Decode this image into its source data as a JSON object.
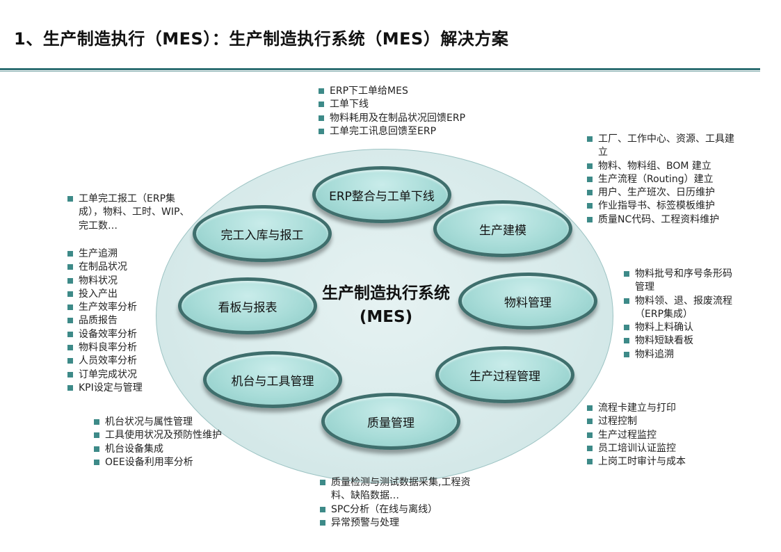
{
  "title": "1、生产制造执行（MES）：生产制造执行系统（MES）解决方案",
  "center": {
    "line1": "生产制造执行系统",
    "line2": "(MES)"
  },
  "nodes": {
    "erp": "ERP整合与工单下线",
    "modeling": "生产建模",
    "material": "物料管理",
    "process": "生产过程管理",
    "quality": "质量管理",
    "machine": "机台与工具管理",
    "kanban": "看板与报表",
    "completion": "完工入库与报工"
  },
  "lists": {
    "erp": [
      "ERP下工单给MES",
      "工单下线",
      "物料耗用及在制品状况回馈ERP",
      "工单完工讯息回馈至ERP"
    ],
    "modeling": [
      "工厂、工作中心、资源、工具建立",
      "物料、物料组、BOM 建立",
      "生产流程（Routing）建立",
      "用户、生产班次、日历维护",
      "作业指导书、标签模板维护",
      "质量NC代码、工程资料维护"
    ],
    "material": [
      "物料批号和序号条形码管理",
      "物料领、退、报废流程（ERP集成）",
      "物料上料确认",
      "物料短缺看板",
      "物料追溯"
    ],
    "process": [
      "流程卡建立与打印",
      "过程控制",
      "生产过程监控",
      "员工培训认证监控",
      "上岗工时审计与成本"
    ],
    "quality": [
      "质量检测与测试数据采集,工程资料、缺陷数据…",
      "SPC分析（在线与离线）",
      "异常预警与处理"
    ],
    "machine": [
      "机台状况与属性管理",
      "工具使用状况及预防性维护",
      "机台设备集成",
      "OEE设备利用率分析"
    ],
    "kanban": [
      "生产追溯",
      "在制品状况",
      "物料状况",
      "投入产出",
      "生产效率分析",
      "品质报告",
      "设备效率分析",
      "物料良率分析",
      "人员效率分析",
      "订单完成状况",
      "KPI设定与管理"
    ],
    "completion": [
      "工单完工报工（ERP集成），物料、工时、WIP、完工数…"
    ]
  }
}
